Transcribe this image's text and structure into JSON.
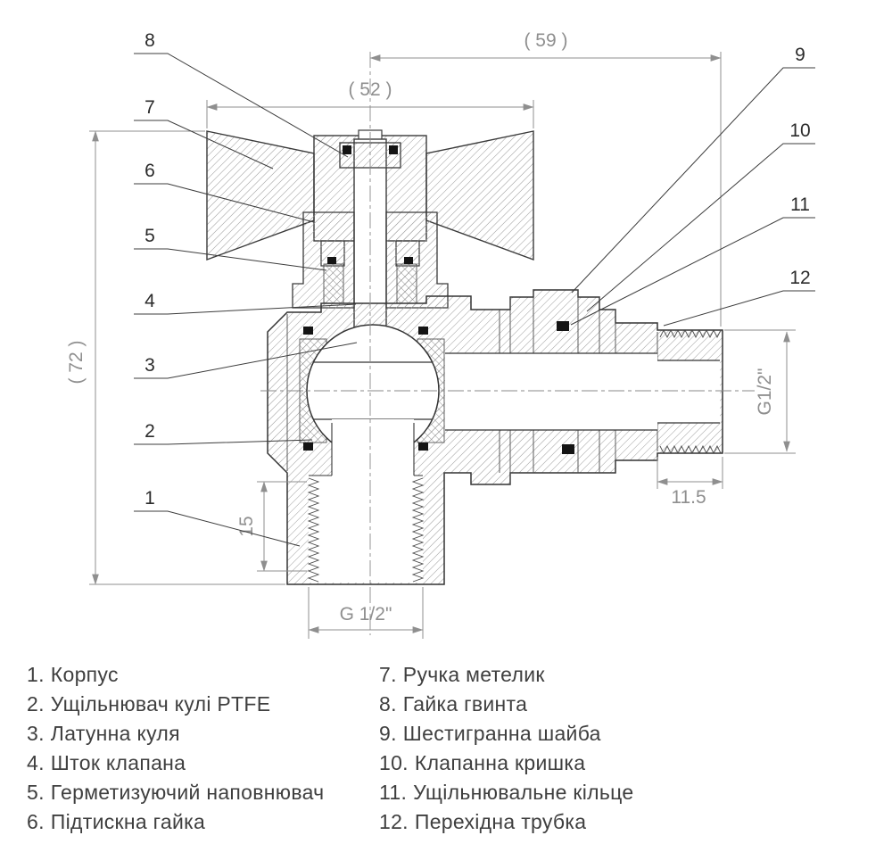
{
  "callouts": {
    "n1": "1",
    "n2": "2",
    "n3": "3",
    "n4": "4",
    "n5": "5",
    "n6": "6",
    "n7": "7",
    "n8": "8",
    "n9": "9",
    "n10": "10",
    "n11": "11",
    "n12": "12"
  },
  "dimensions": {
    "width_59": "( 59 )",
    "width_52": "( 52 )",
    "height_72": "( 72 )",
    "thread_right": "G1/2\"",
    "offset_115": "11.5",
    "depth_15": "15",
    "thread_bottom": "G 1/2\""
  },
  "legend": {
    "left": [
      {
        "num": "1.",
        "label": "Корпус"
      },
      {
        "num": "2.",
        "label": "Ущільнювач кулі PTFE"
      },
      {
        "num": "3.",
        "label": "Латунна куля"
      },
      {
        "num": "4.",
        "label": "Шток клапана"
      },
      {
        "num": "5.",
        "label": "Герметизуючий наповнювач"
      },
      {
        "num": "6.",
        "label": "Підтискна гайка"
      }
    ],
    "right": [
      {
        "num": "7.",
        "label": "Ручка метелик"
      },
      {
        "num": "8.",
        "label": "Гайка гвинта"
      },
      {
        "num": "9.",
        "label": "Шестигранна шайба"
      },
      {
        "num": "10.",
        "label": "Клапанна кришка"
      },
      {
        "num": "11.",
        "label": "Ущільнювальне кільце"
      },
      {
        "num": "12.",
        "label": "Перехідна трубка"
      }
    ]
  }
}
